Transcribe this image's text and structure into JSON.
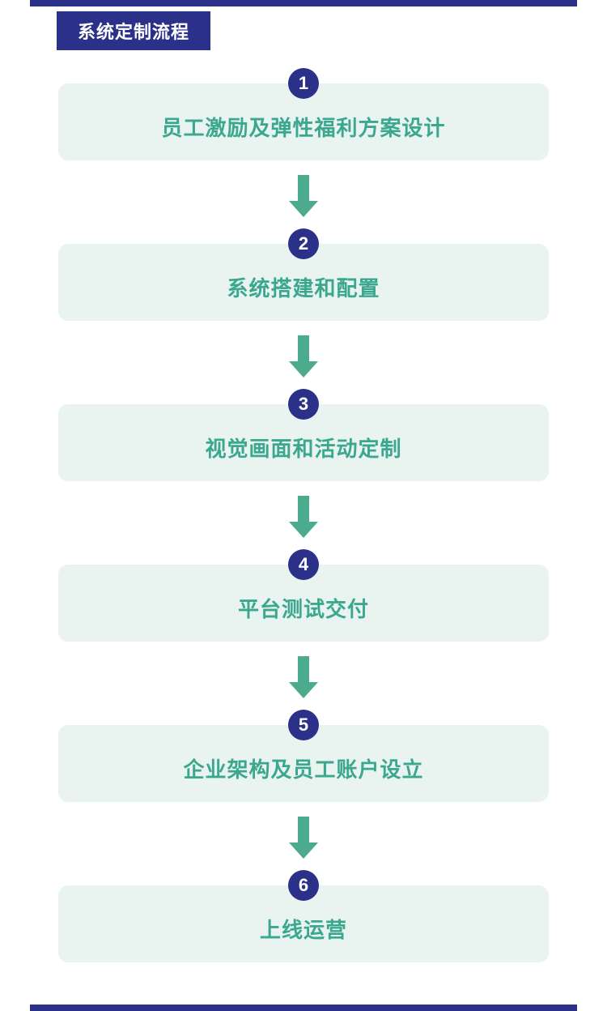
{
  "colors": {
    "navy": "#2b3189",
    "mint": "#e9f4f0",
    "teal": "#3aa78e",
    "green": "#4cab8c"
  },
  "header": {
    "title": "系统定制流程"
  },
  "steps": [
    {
      "number": "1",
      "label": "员工激励及弹性福利方案设计"
    },
    {
      "number": "2",
      "label": "系统搭建和配置"
    },
    {
      "number": "3",
      "label": "视觉画面和活动定制"
    },
    {
      "number": "4",
      "label": "平台测试交付"
    },
    {
      "number": "5",
      "label": "企业架构及员工账户设立"
    },
    {
      "number": "6",
      "label": "上线运营"
    }
  ]
}
